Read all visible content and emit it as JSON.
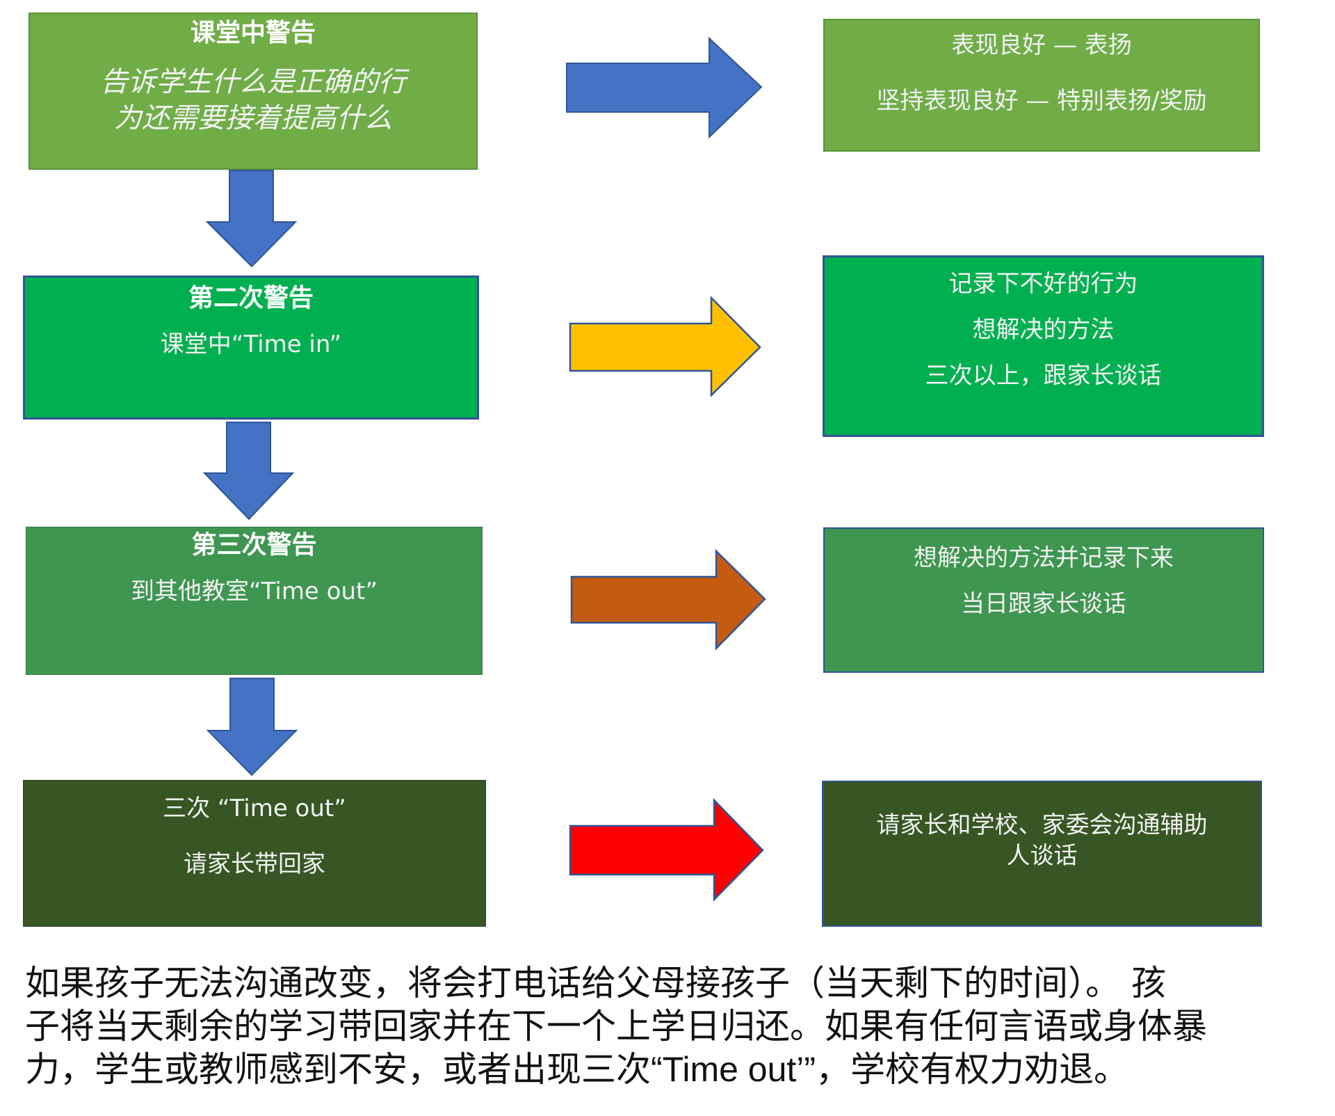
{
  "colors": {
    "box_light_green": "#70ad47",
    "box_bright_green": "#00b050",
    "box_mid_green": "#3e9651",
    "box_dark_green": "#375623",
    "arrow_blue": "#4472c4",
    "arrow_yellow": "#ffc000",
    "arrow_orange": "#c55a11",
    "arrow_red": "#ff0000",
    "outline": "#2f5597"
  },
  "steps": [
    {
      "title": "课堂中警告",
      "lines": [
        "告诉学生什么是正确的行",
        "为还需要接着提高什么"
      ],
      "arrow_color": "blue",
      "result_lines": [
        "表现良好 — 表扬",
        "坚持表现良好 — 特别表扬/奖励"
      ]
    },
    {
      "title": "第二次警告",
      "lines": [
        "课堂中“Time in”"
      ],
      "arrow_color": "yellow",
      "result_lines": [
        "记录下不好的行为",
        "想解决的方法",
        "三次以上，跟家长谈话"
      ]
    },
    {
      "title": "第三次警告",
      "lines": [
        "到其他教室“Time out”"
      ],
      "arrow_color": "orange",
      "result_lines": [
        "想解决的方法并记录下来",
        "当日跟家长谈话"
      ]
    },
    {
      "title": "",
      "lines": [
        "三次 “Time out”",
        "请家长带回家"
      ],
      "arrow_color": "red",
      "result_lines": [
        "请家长和学校、家委会沟通辅助",
        "人谈话"
      ]
    }
  ],
  "footer": {
    "line1": "如果孩子无法沟通改变，将会打电话给父母接孩子（当天剩下的时间）。 孩",
    "line2": "子将当天剩余的学习带回家并在下一个上学日归还。如果有任何言语或身体暴",
    "line3a": "力，学生或教师感到不安，或者出现三次",
    "line3b": "“Time out’”",
    "line3c": "，学校有权力劝退。"
  }
}
